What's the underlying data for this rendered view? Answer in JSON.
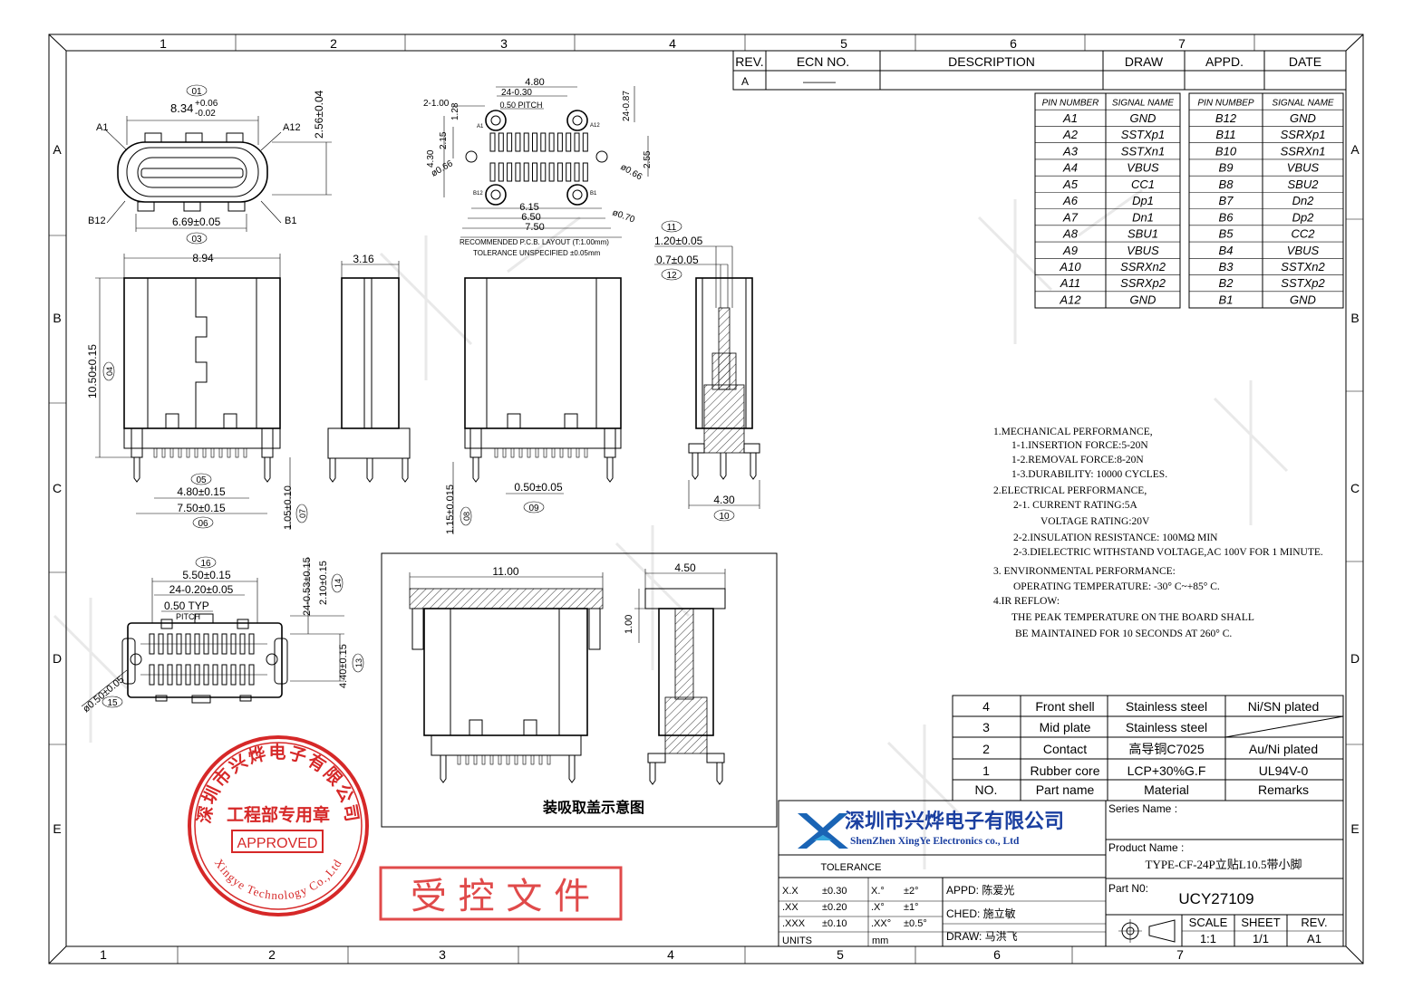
{
  "frame": {
    "columns_top": [
      "1",
      "2",
      "3",
      "4",
      "5",
      "6",
      "7"
    ],
    "columns_bottom": [
      "1",
      "2",
      "3",
      "4",
      "5",
      "6",
      "7"
    ],
    "rows": [
      "A",
      "B",
      "C",
      "D",
      "E"
    ]
  },
  "revision_table": {
    "headers": [
      "REV.",
      "ECN NO.",
      "DESCRIPTION",
      "DRAW",
      "APPD.",
      "DATE"
    ],
    "row": [
      "A",
      "———",
      "",
      "",
      "",
      ""
    ]
  },
  "pin_table_a": {
    "headers": [
      "PIN NUMBER",
      "SIGNAL NAME"
    ],
    "rows": [
      [
        "A1",
        "GND"
      ],
      [
        "A2",
        "SSTXp1"
      ],
      [
        "A3",
        "SSTXn1"
      ],
      [
        "A4",
        "VBUS"
      ],
      [
        "A5",
        "CC1"
      ],
      [
        "A6",
        "Dp1"
      ],
      [
        "A7",
        "Dn1"
      ],
      [
        "A8",
        "SBU1"
      ],
      [
        "A9",
        "VBUS"
      ],
      [
        "A10",
        "SSRXn2"
      ],
      [
        "A11",
        "SSRXp2"
      ],
      [
        "A12",
        "GND"
      ]
    ]
  },
  "pin_table_b": {
    "headers": [
      "PIN NUMBEP",
      "SIGNAL NAME"
    ],
    "rows": [
      [
        "B12",
        "GND"
      ],
      [
        "B11",
        "SSRXp1"
      ],
      [
        "B10",
        "SSRXn1"
      ],
      [
        "B9",
        "VBUS"
      ],
      [
        "B8",
        "SBU2"
      ],
      [
        "B7",
        "Dn2"
      ],
      [
        "B6",
        "Dp2"
      ],
      [
        "B5",
        "CC2"
      ],
      [
        "B4",
        "VBUS"
      ],
      [
        "B3",
        "SSTXn2"
      ],
      [
        "B2",
        "SSTXp2"
      ],
      [
        "B1",
        "GND"
      ]
    ]
  },
  "notes": [
    "1.MECHANICAL PERFORMANCE,",
    "1-1.INSERTION FORCE:5-20N",
    "1-2.REMOVAL FORCE:8-20N",
    "1-3.DURABILITY: 10000 CYCLES.",
    "2.ELECTRICAL PERFORMANCE,",
    "2-1. CURRENT RATING:5A",
    "VOLTAGE RATING:20V",
    "2-2.INSULATION RESISTANCE: 100MΩ  MIN",
    "2-3.DIELECTRIC WITHSTAND VOLTAGE,AC 100V FOR 1 MINUTE.",
    "3. ENVIRONMENTAL PERFORMANCE:",
    "OPERATING TEMPERATURE: -30° C~+85° C.",
    "4.IR REFLOW:",
    "THE PEAK TEMPERATURE ON THE BOARD SHALL",
    "BE MAINTAINED FOR 10 SECONDS AT 260° C."
  ],
  "bom": {
    "rows": [
      [
        "4",
        "Front shell",
        "Stainless steel",
        "Ni/SN plated"
      ],
      [
        "3",
        "Mid plate",
        "Stainless steel",
        ""
      ],
      [
        "2",
        "Contact",
        "高导铜C7025",
        "Au/Ni plated"
      ],
      [
        "1",
        "Rubber core",
        "LCP+30%G.F",
        "UL94V-0"
      ]
    ],
    "headers": [
      "NO.",
      "Part name",
      "Material",
      "Remarks"
    ]
  },
  "company": {
    "name_cn": "深圳市兴烨电子有限公司",
    "name_en": "ShenZhen XingYe Electronics co., Ltd"
  },
  "title_block": {
    "series_label": "Series Name :",
    "product_label": "Product Name :",
    "product_name": "TYPE-CF-24P立贴L10.5带小脚",
    "partno_label": "Part N0:",
    "partno": "UCY27109",
    "scale_label": "SCALE",
    "scale": "1:1",
    "sheet_label": "SHEET",
    "sheet": "1/1",
    "rev_label": "REV.",
    "rev": "A1",
    "tolerance_label": "TOLERANCE",
    "tol_rows": [
      [
        "X.X",
        "±0.30",
        "X.°",
        "±2°"
      ],
      [
        ".XX",
        "±0.20",
        ".X°",
        "±1°"
      ],
      [
        ".XXX",
        "±0.10",
        ".XX°",
        "±0.5°"
      ]
    ],
    "units_label": "UNITS",
    "units": "mm",
    "appd": "APPD: 陈爱光",
    "ched": "CHED: 施立敏",
    "draw": "DRAW: 马洪飞"
  },
  "stamps": {
    "seal_top": "深圳市兴烨电子有限公司",
    "seal_bottom": "Xingye Technology Co.,Ltd",
    "seal_center": "工程部专用章",
    "seal_approved": "APPROVED",
    "controlled": "受 控 文 件"
  },
  "labels": {
    "view_top_dims": {
      "d01": "01",
      "w": "8.34",
      "tol_up": "+0.06",
      "tol_dn": "-0.02",
      "h": "2.56±0.04",
      "a1": "A1",
      "a12": "A12",
      "b12": "B12",
      "b1": "B1",
      "w2": "6.69±0.05",
      "d03": "03"
    },
    "pcb": {
      "w480": "4.80",
      "p24": "24-0.30",
      "pitch": "0.50 PITCH",
      "d2": "2-1.00",
      "d128": "1.28",
      "d2487": "24-0.87",
      "d430": "4.30",
      "d215": "2.15",
      "d066a": "ø0.66",
      "d066b": "ø0.66",
      "d255": "2.55",
      "d615": "6.15",
      "d650": "6.50",
      "d750": "7.50",
      "d070": "ø0.70",
      "a1": "A1",
      "a12": "A12",
      "b12": "B12",
      "b1": "B1",
      "caption1": "RECOMMENDED  P.C.B. LAYOUT (T:1.00mm)",
      "caption2": "TOLERANCE  UNSPECIFIED ±0.05mm"
    },
    "front": {
      "w": "8.94",
      "h": "10.50±0.15",
      "d04": "04",
      "d05": "05",
      "d480": "4.80±0.15",
      "d750": "7.50±0.15",
      "d06": "06",
      "d105": "1.05±0.10",
      "d07": "07"
    },
    "side": {
      "w": "3.16"
    },
    "back": {
      "d115": "1.15±0.015",
      "d08": "08",
      "d050": "0.50±0.05",
      "d09": "09"
    },
    "section": {
      "d11": "11",
      "d120": "1.20±0.05",
      "d07": "0.7±0.05",
      "d12": "12",
      "d430": "4.30",
      "d10": "10"
    },
    "bottom": {
      "d16": "16",
      "d550": "5.50±0.15",
      "d24": "24-0.20±0.05",
      "d050": "0.50  TYP",
      "pitch": "PITCH",
      "d2453": "24-0.53±0.15",
      "d210": "2.10±0.15",
      "d14": "14",
      "d440": "4.40±0.15",
      "d13": "13",
      "d050b": "ø0.50±0.05",
      "d15": "15"
    },
    "cap": {
      "w": "11.00",
      "w2": "4.50",
      "h": "1.00",
      "caption": "装吸取盖示意图"
    }
  }
}
